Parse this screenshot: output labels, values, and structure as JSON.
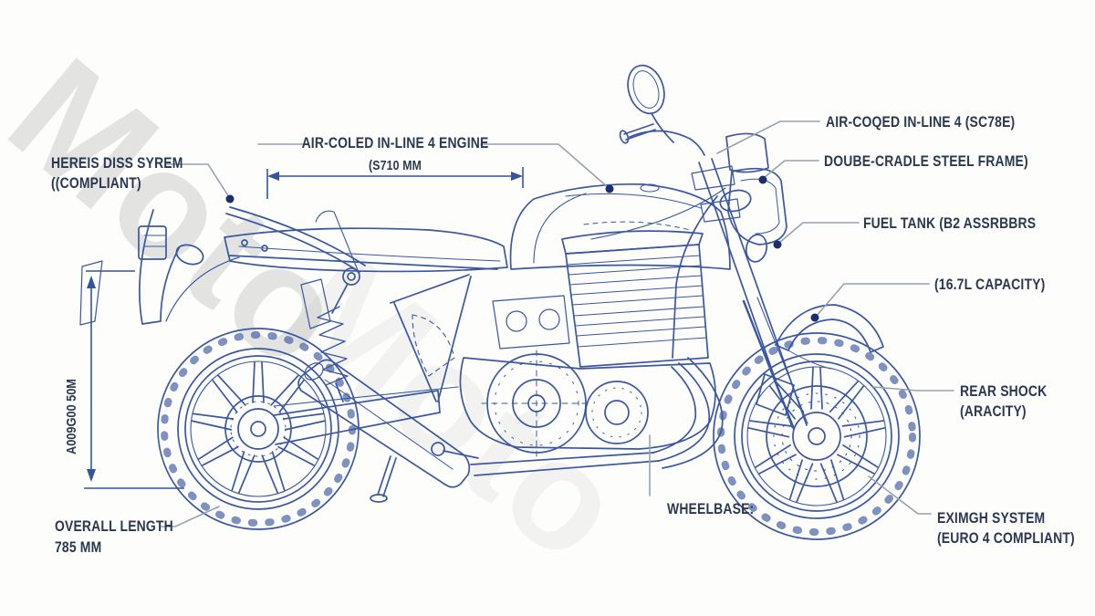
{
  "watermark": "Moto",
  "diagram": {
    "top_dimension": {
      "label": "AIR-COLED IN-LINE 4 ENGINE",
      "value": "(S710 MM"
    },
    "left_callout": {
      "line1": "HEREIS DISS SYREM",
      "line2": "((COMPLIANT)"
    },
    "left_vertical_dimension": "A009G00 50M",
    "bottom_left_callout": {
      "line1": "OVERALL LENGTH",
      "line2": "785 MM"
    },
    "right_callouts": [
      {
        "id": "engine",
        "text": "AIR-COQED IN-LINE 4 (SC78E)"
      },
      {
        "id": "frame",
        "text": "DOUBE-CRADLE STEEL FRAME)"
      },
      {
        "id": "fuel-tank",
        "text": "FUEL TANK (B2 ASSRBBRS"
      },
      {
        "id": "capacity",
        "text": "(16.7L CAPACITY)"
      }
    ],
    "rear_shock_callout": {
      "line1": "REAR SHOCK",
      "line2": "(ARACITY)"
    },
    "exhaust_callout": {
      "line1": "EXIMGH SYSTEM",
      "line2": "(EURO 4 COMPLIANT)"
    },
    "wheelbase_label": "WHEELBASE:"
  },
  "colors": {
    "line_art": "#3a57a0",
    "label_text": "#2b3850",
    "leader_line": "#98a1ad",
    "dimension_line": "#35549c",
    "callout_dot": "#1b2f6e",
    "watermark": "#bdbdbd",
    "background": "#fdfdfc"
  }
}
